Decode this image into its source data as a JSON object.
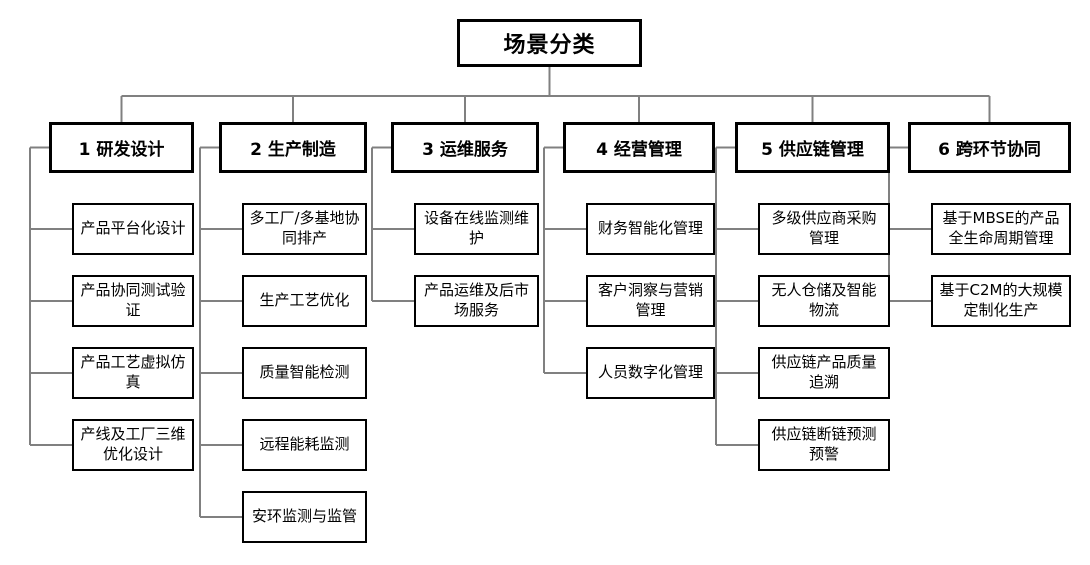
{
  "diagram": {
    "type": "tree-hierarchy",
    "title": "场景分类",
    "root": {
      "label": "场景分类"
    },
    "categories": [
      {
        "index": "1",
        "label": "1 研发设计",
        "items": [
          {
            "label": "产品平台化设计"
          },
          {
            "label": "产品协同测试验证"
          },
          {
            "label": "产品工艺虚拟仿真"
          },
          {
            "label": "产线及工厂三维优化设计"
          }
        ]
      },
      {
        "index": "2",
        "label": "2 生产制造",
        "items": [
          {
            "label": "多工厂/多基地协同排产"
          },
          {
            "label": "生产工艺优化"
          },
          {
            "label": "质量智能检测"
          },
          {
            "label": "远程能耗监测"
          },
          {
            "label": "安环监测与监管"
          }
        ]
      },
      {
        "index": "3",
        "label": "3 运维服务",
        "items": [
          {
            "label": "设备在线监测维护"
          },
          {
            "label": "产品运维及后市场服务"
          }
        ]
      },
      {
        "index": "4",
        "label": "4 经营管理",
        "items": [
          {
            "label": "财务智能化管理"
          },
          {
            "label": "客户洞察与营销管理"
          },
          {
            "label": "人员数字化管理"
          }
        ]
      },
      {
        "index": "5",
        "label": "5 供应链管理",
        "items": [
          {
            "label": "多级供应商采购管理"
          },
          {
            "label": "无人仓储及智能物流"
          },
          {
            "label": "供应链产品质量追溯"
          },
          {
            "label": "供应链断链预测预警"
          }
        ]
      },
      {
        "index": "6",
        "label": "6 跨环节协同",
        "items": [
          {
            "label": "基于MBSE的产品全生命周期管理"
          },
          {
            "label": "基于C2M的大规模定制化生产"
          }
        ]
      }
    ],
    "colors": {
      "background": "#ffffff",
      "box_border": "#000000",
      "text": "#000000",
      "connector": "#808080"
    }
  }
}
